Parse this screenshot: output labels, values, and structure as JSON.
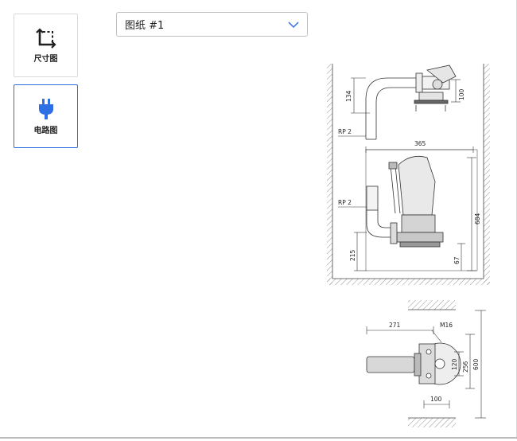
{
  "sidebar": {
    "items": [
      {
        "label": "尺寸图",
        "icon": "dimension-icon"
      },
      {
        "label": "电路图",
        "icon": "plug-icon"
      }
    ],
    "active_color": "#2f6fe6"
  },
  "drawing_select": {
    "value": "图纸 #1"
  },
  "drawing": {
    "labels": {
      "rp_top": "RP 2",
      "rp_mid": "RP 2",
      "d134": "134",
      "d100_top": "100",
      "d365": "365",
      "d684": "684",
      "d215": "215",
      "d67": "67",
      "d271": "271",
      "m16": "M16",
      "d120": "120",
      "d256": "256",
      "d600": "600",
      "d100_bottom": "100"
    }
  }
}
